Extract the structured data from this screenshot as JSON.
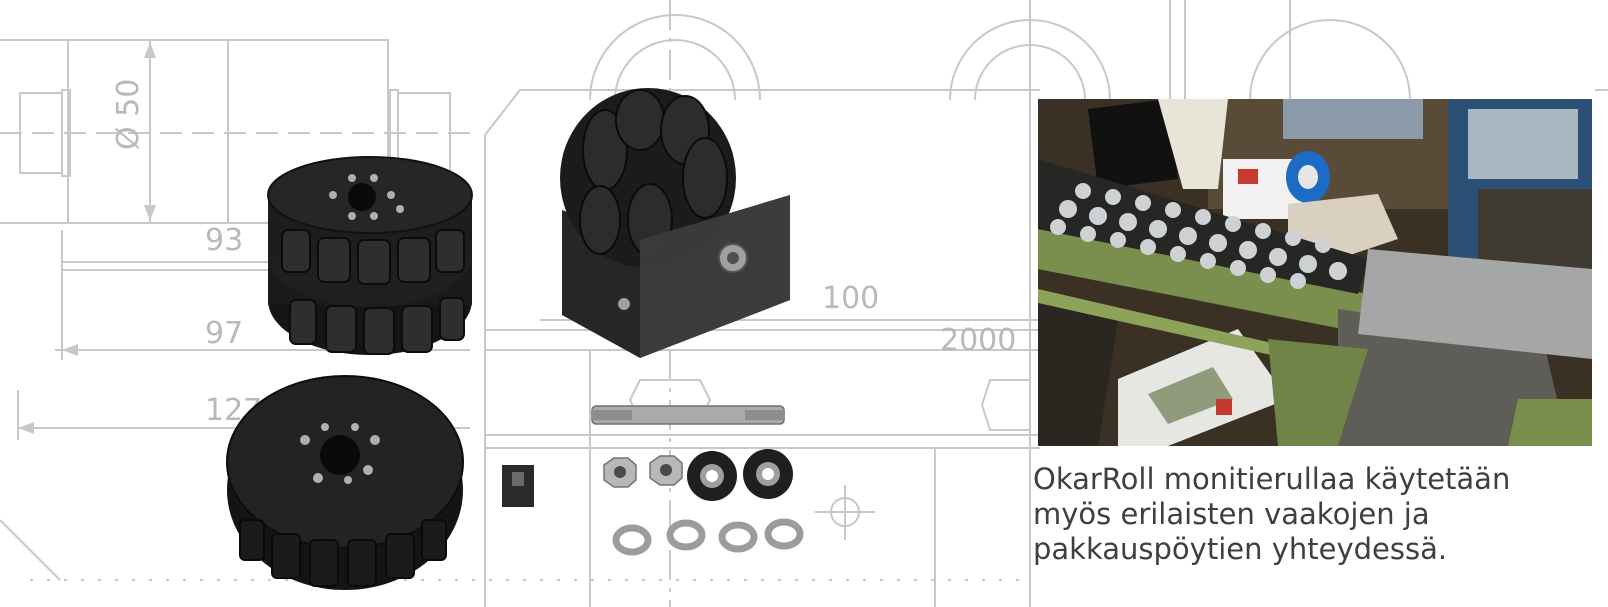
{
  "drawing": {
    "dimensions": {
      "diameter": "Ø 50",
      "d93": "93",
      "d97": "97",
      "d127": "127",
      "d100": "100",
      "d2000": "2000"
    }
  },
  "caption": {
    "line1": "OkarRoll monitierullaa käytetään",
    "line2": "myös erilaisten vaakojen ja",
    "line3": "pakkauspöytien yhteydessä."
  },
  "colors": {
    "drawing_line": "#c8c8c8",
    "wheel": "#1d1d1d",
    "metal": "#a9abad",
    "caption_text": "#3f3f3f"
  }
}
